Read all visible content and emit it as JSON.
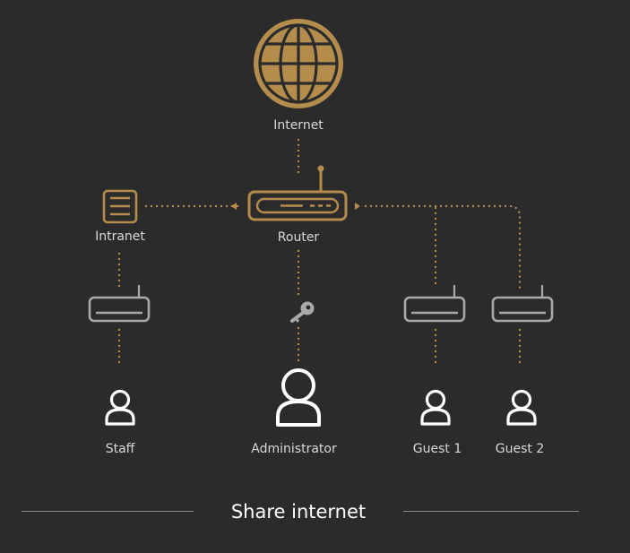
{
  "colors": {
    "background": "#2b2b2b",
    "accent_gold": "#b48c4c",
    "device_gray": "#a9a9a9",
    "text": "#d9d9d9",
    "user_white": "#ffffff"
  },
  "nodes": {
    "internet": {
      "label": "Internet",
      "icon": "globe-icon"
    },
    "router": {
      "label": "Router",
      "icon": "router-icon"
    },
    "intranet": {
      "label": "Intranet",
      "icon": "server-document-icon"
    },
    "staff": {
      "label": "Staff",
      "icon": "user-icon"
    },
    "administrator": {
      "label": "Administrator",
      "icon": "user-icon"
    },
    "guest1": {
      "label": "Guest 1",
      "icon": "user-icon"
    },
    "guest2": {
      "label": "Guest 2",
      "icon": "user-icon"
    },
    "access_points": [
      "access-point-icon",
      "access-point-icon",
      "access-point-icon"
    ],
    "key": {
      "icon": "key-icon"
    }
  },
  "caption": {
    "title": "Share internet"
  }
}
